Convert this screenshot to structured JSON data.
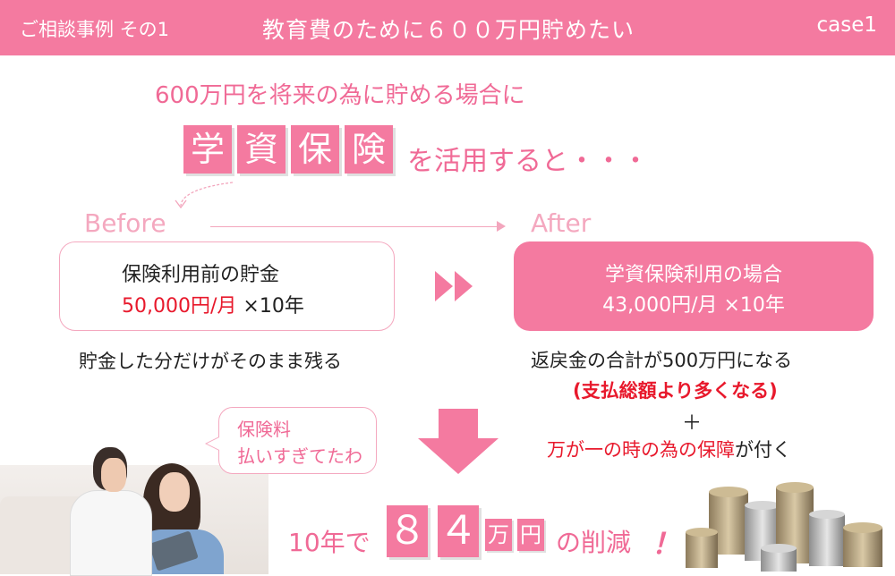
{
  "header": {
    "left_label": "ご相談事例 その1",
    "title": "教育費のために６００万円貯めたい",
    "case_label": "case1"
  },
  "intro": {
    "line1": "600万円を将来の為に貯める場合に",
    "keywords": [
      "学",
      "資",
      "保",
      "険"
    ],
    "line2": "を活用すると・・・"
  },
  "labels": {
    "before": "Before",
    "after": "After"
  },
  "before": {
    "title": "保険利用前の貯金",
    "amount": "50,000円/月",
    "term": " ×10年",
    "note": "貯金した分だけがそのまま残る"
  },
  "after": {
    "title": "学資保険利用の場合",
    "amount": "43,000円/月 ×10年",
    "note1": "返戻金の合計が500万円になる",
    "note2": "(支払総額より多くなる)",
    "plus": "＋",
    "note3_red": "万が一の時の為の保障",
    "note3_rest": "が付く"
  },
  "bubble": {
    "line1": "保険料",
    "line2": "払いすぎてたわ"
  },
  "result": {
    "prefix": "10年で",
    "digit1": "８",
    "digit2": "４",
    "unit1": "万",
    "unit2": "円",
    "suffix": "の削減",
    "exclaim": "！"
  },
  "colors": {
    "accent": "#f47aa0",
    "accent_text": "#f06a96",
    "red": "#e8192c"
  }
}
